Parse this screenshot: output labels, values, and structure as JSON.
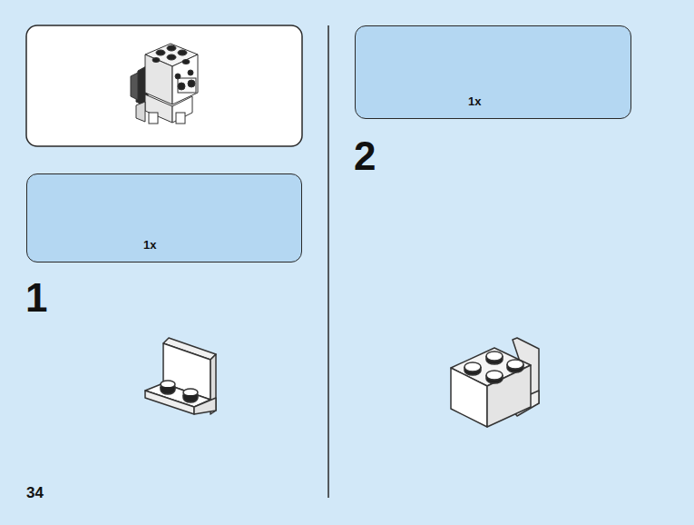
{
  "diagram": {
    "nodes": [
      {
        "text": [
          "1x"
        ]
      },
      {
        "text": [
          "1x"
        ]
      }
    ],
    "labels": [
      "1",
      "2",
      "34"
    ]
  }
}
